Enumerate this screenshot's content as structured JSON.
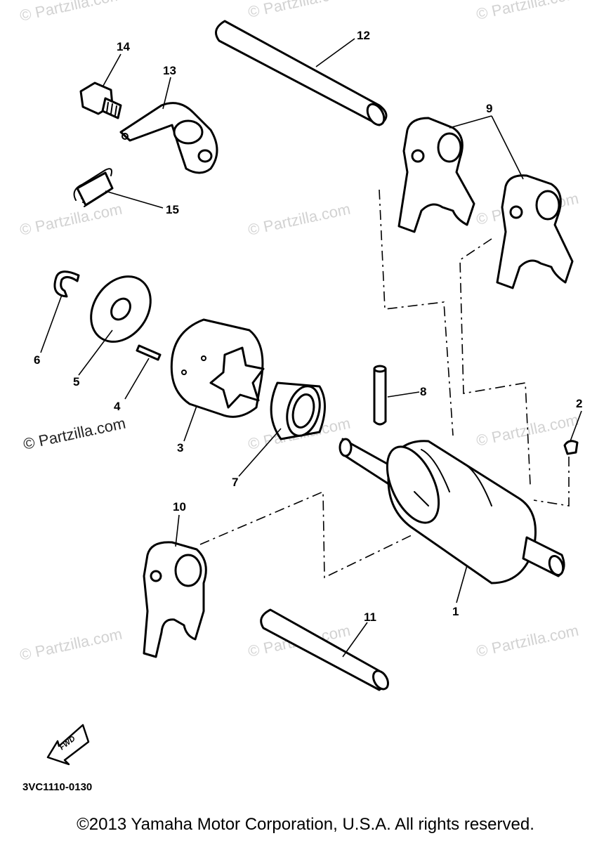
{
  "watermark": "© Partzilla.com",
  "watermark_main": "© Partzilla.com",
  "part_labels": {
    "p1": "1",
    "p2": "2",
    "p3": "3",
    "p4": "4",
    "p5": "5",
    "p6": "6",
    "p7": "7",
    "p8": "8",
    "p9": "9",
    "p10": "10",
    "p11": "11",
    "p12": "12",
    "p13": "13",
    "p14": "14",
    "p15": "15"
  },
  "fwd_label": "FWD",
  "diagram_code": "3VC1110-0130",
  "copyright": "©2013 Yamaha Motor Corporation, U.S.A. All rights reserved."
}
